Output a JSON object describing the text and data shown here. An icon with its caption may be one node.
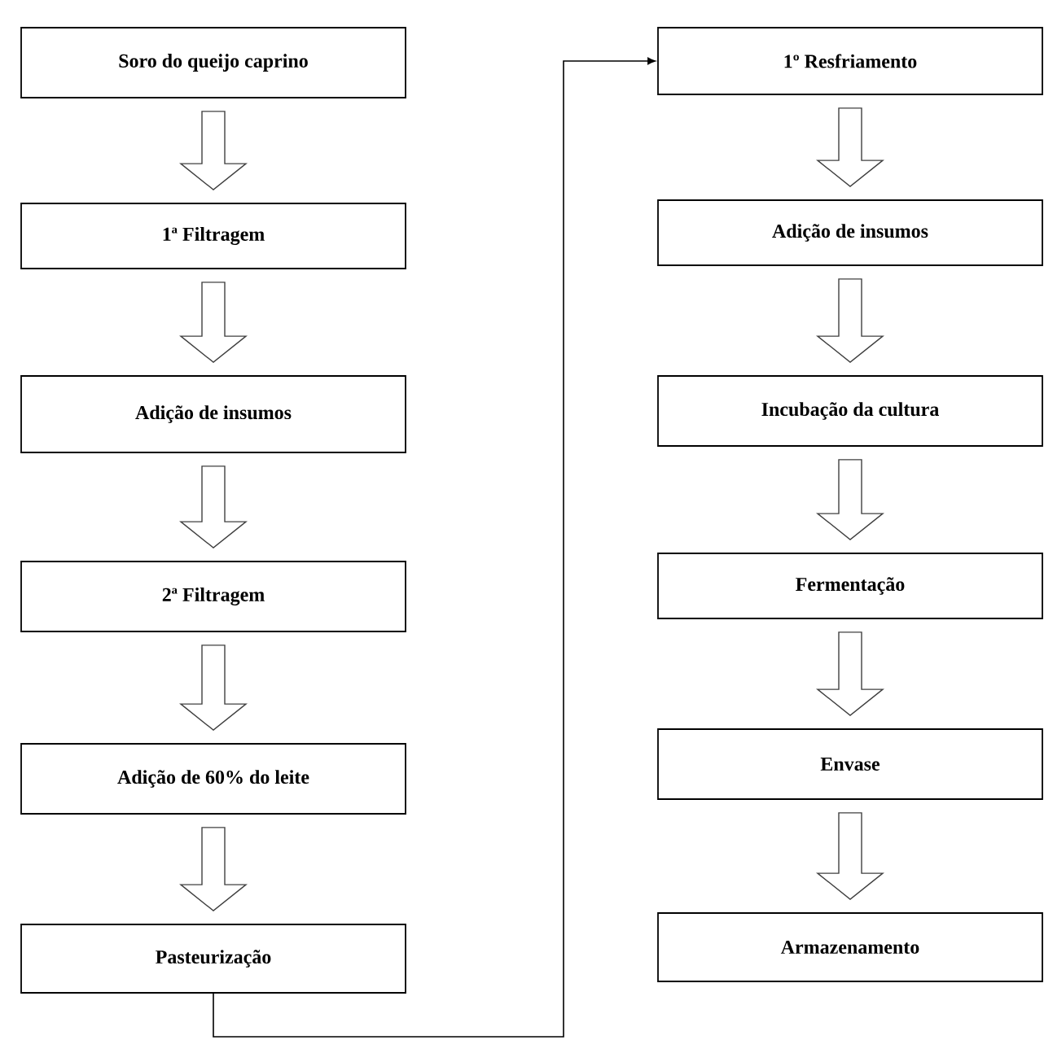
{
  "diagram": {
    "nodes": [
      {
        "text": [
          "Soro do queijo caprino"
        ]
      },
      {
        "text": [
          "1ª Filtragem"
        ]
      },
      {
        "text": [
          "Adição de insumos"
        ]
      },
      {
        "text": [
          "2ª Filtragem"
        ]
      },
      {
        "text": [
          "Adição de 60% do leite"
        ]
      },
      {
        "text": [
          "Pasteurização"
        ]
      },
      {
        "text": [
          "1º Resfriamento"
        ]
      },
      {
        "text": [
          "Adição de insumos"
        ]
      },
      {
        "text": [
          "Incubação da cultura"
        ]
      },
      {
        "text": [
          "Fermentação"
        ]
      },
      {
        "text": [
          "Envase"
        ]
      },
      {
        "text": [
          "Armazenamento"
        ]
      }
    ],
    "edges": [
      {
        "from": 0,
        "to": 1,
        "arrow": "to"
      },
      {
        "from": 1,
        "to": 2,
        "arrow": "to"
      },
      {
        "from": 2,
        "to": 3,
        "arrow": "to"
      },
      {
        "from": 3,
        "to": 4,
        "arrow": "to"
      },
      {
        "from": 4,
        "to": 5,
        "arrow": "to"
      },
      {
        "from": 5,
        "to": 6,
        "arrow": "to"
      },
      {
        "from": 6,
        "to": 7,
        "arrow": "to"
      },
      {
        "from": 7,
        "to": 8,
        "arrow": "to"
      },
      {
        "from": 8,
        "to": 9,
        "arrow": "to"
      },
      {
        "from": 9,
        "to": 10,
        "arrow": "to"
      },
      {
        "from": 10,
        "to": 11,
        "arrow": "to"
      }
    ]
  }
}
